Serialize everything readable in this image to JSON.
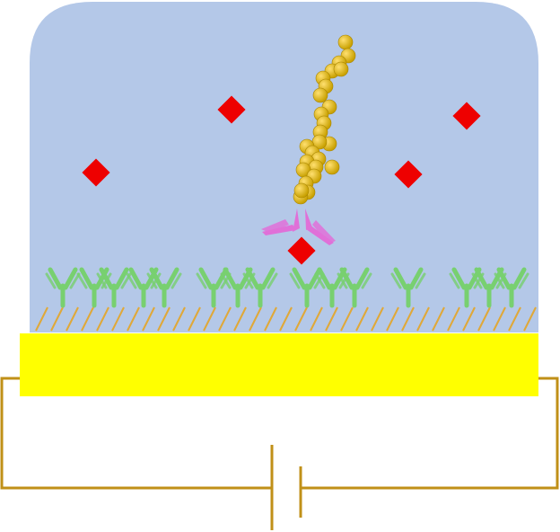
{
  "colors": {
    "solution": "#b4c8e8",
    "electrode": "#ffff00",
    "circuit_wire": "#c09018",
    "linker": "#e0a838",
    "capture_antibody": "#78d070",
    "antigen": "#ee0000",
    "detection_antibody": "#e070d8",
    "nanoparticle": "#c8a000",
    "nanoparticle_highlight": "#ffe070"
  },
  "icons": {
    "capture_antibody": "y-antibody-icon",
    "antigen": "diamond-icon",
    "detection_antibody": "y-antibody-icon",
    "nanoparticle": "sphere-icon"
  },
  "counts": {
    "capture_antibodies": 15,
    "free_antigens": 4,
    "bound_antigens": 1,
    "detection_antibodies": 1,
    "nanoparticle_beads": 26
  }
}
